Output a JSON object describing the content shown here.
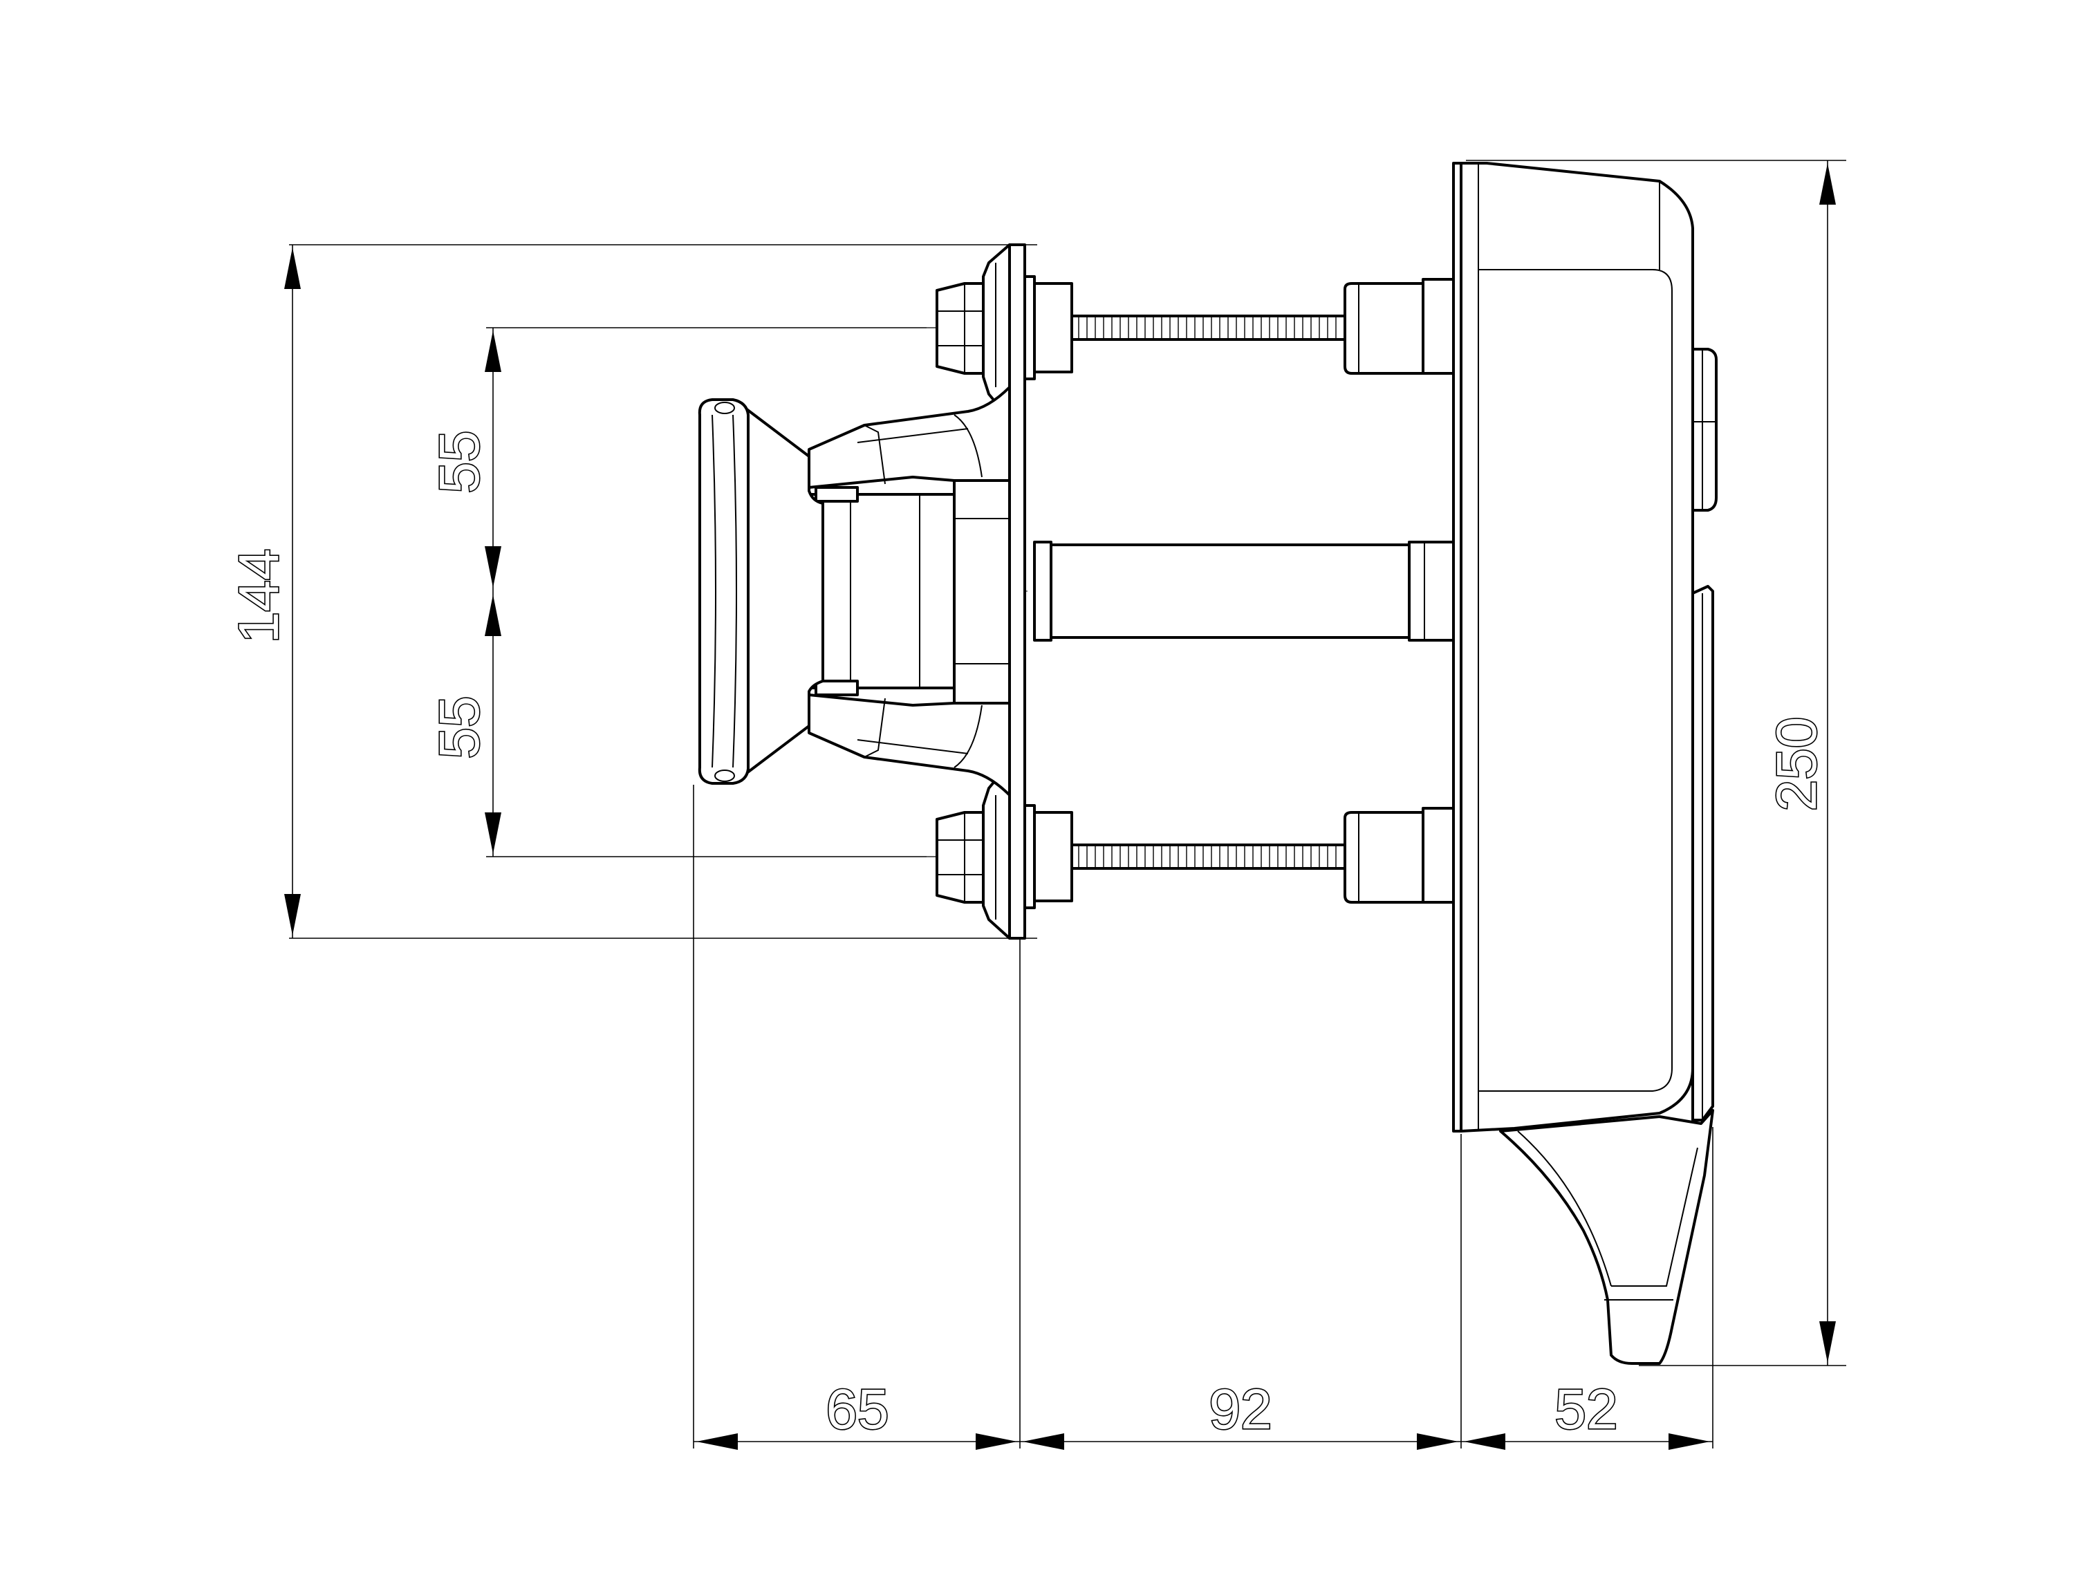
{
  "dimensions": {
    "height_overall": "144",
    "upper_offset": "55",
    "lower_offset": "55",
    "mount_height": "250",
    "width_knob": "65",
    "width_shaft": "92",
    "width_housing": "52"
  }
}
